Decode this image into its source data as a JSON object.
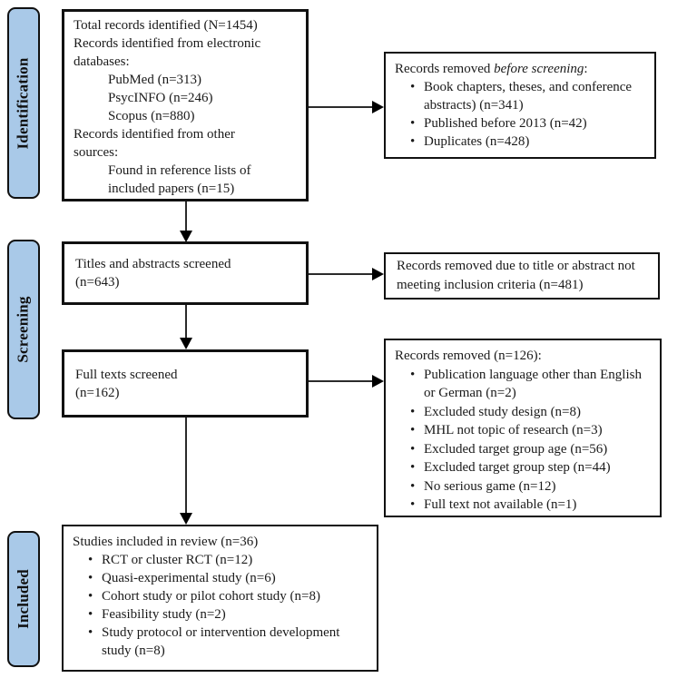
{
  "ui": {
    "bullet": "•",
    "accent_blue": "#a9c9e8",
    "border_color": "#111111"
  },
  "stages": [
    {
      "label": "Identification"
    },
    {
      "label": "Screening"
    },
    {
      "label": "Included"
    }
  ],
  "boxes": {
    "identification": {
      "lines": [
        "Total records identified (N=1454)",
        "Records identified from electronic",
        "databases:",
        "PubMed (n=313)",
        "PsycINFO (n=246)",
        "Scopus (n=880)",
        "Records identified from other",
        "sources:",
        "Found in reference lists of",
        "included papers (n=15)"
      ]
    },
    "removed_before_screening": {
      "title_prefix": "Records removed ",
      "title_italic": "before screening",
      "title_suffix": ":",
      "bullets": [
        "Book chapters, theses, and conference abstracts) (n=341)",
        "Published before 2013 (n=42)",
        "Duplicates (n=428)"
      ]
    },
    "titles_screened": {
      "lines": [
        "Titles and abstracts screened",
        "(n=643)"
      ]
    },
    "removed_title_abstract": {
      "text": "Records removed due to title or abstract not meeting inclusion criteria (n=481)"
    },
    "full_texts_screened": {
      "lines": [
        "Full texts screened",
        "(n=162)"
      ]
    },
    "removed_full_text": {
      "title": "Records removed (n=126):",
      "bullets": [
        "Publication language other than English or German (n=2)",
        "Excluded study design (n=8)",
        "MHL not topic of research (n=3)",
        "Excluded target group age (n=56)",
        "Excluded target group step (n=44)",
        "No serious game (n=12)",
        "Full text not available (n=1)"
      ]
    },
    "included": {
      "title": "Studies included in review (n=36)",
      "bullets": [
        "RCT or cluster RCT (n=12)",
        "Quasi-experimental study (n=6)",
        "Cohort study or pilot cohort study (n=8)",
        "Feasibility study (n=2)",
        "Study protocol or intervention development study (n=8)"
      ]
    }
  }
}
